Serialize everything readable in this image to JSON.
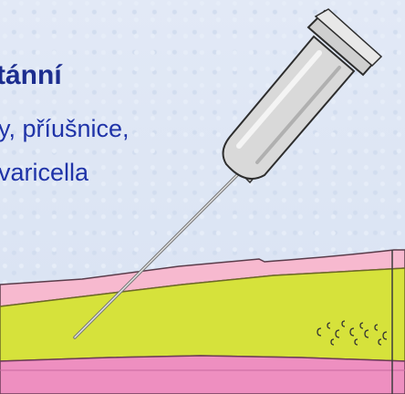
{
  "text": {
    "heading": "tánní",
    "line1": "y, příušnice,",
    "line2": "varicella"
  },
  "icons": [
    "syringe-icon",
    "skin-layers",
    "virus-particles"
  ],
  "colors": {
    "heading": "#1c2d8f",
    "body_text": "#1f33a8",
    "skin_top": "#f7b9cf",
    "skin_middle": "#d6e23b",
    "skin_bottom": "#ee8fc0"
  }
}
